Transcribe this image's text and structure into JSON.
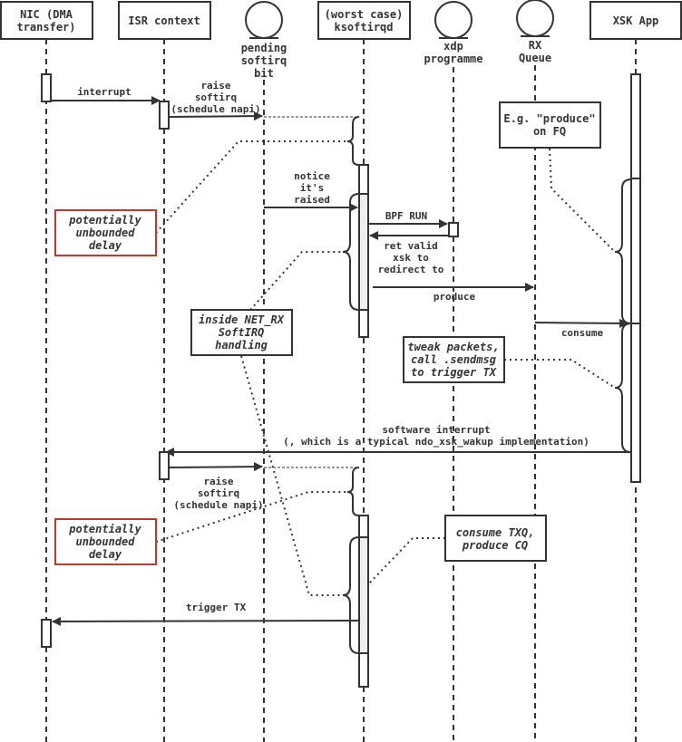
{
  "participants": [
    {
      "id": "nic",
      "lines": [
        "NIC (DMA",
        "transfer)"
      ],
      "shape": "box"
    },
    {
      "id": "isr",
      "lines": [
        "ISR context"
      ],
      "shape": "box"
    },
    {
      "id": "pending",
      "lines": [
        "pending",
        "softirq",
        "bit"
      ],
      "shape": "circle"
    },
    {
      "id": "ksoftirqd",
      "lines": [
        "(worst case)",
        "ksoftirqd"
      ],
      "shape": "box"
    },
    {
      "id": "xdp",
      "lines": [
        "xdp",
        "programme"
      ],
      "shape": "circle"
    },
    {
      "id": "rxq",
      "lines": [
        "RX",
        "Queue"
      ],
      "shape": "circle"
    },
    {
      "id": "xsk",
      "lines": [
        "XSK App"
      ],
      "shape": "box"
    }
  ],
  "messages": {
    "interrupt": [
      "interrupt"
    ],
    "raise1": [
      "raise",
      "softirq",
      "(schedule napi)"
    ],
    "notice": [
      "notice",
      "it's",
      "raised"
    ],
    "bpf_run": [
      "BPF RUN"
    ],
    "ret_valid": [
      "ret valid",
      "xsk to",
      "redirect to"
    ],
    "produce": [
      "produce"
    ],
    "consume": [
      "consume"
    ],
    "sw_interrupt": [
      "software interrupt",
      "(, which is a typical ndo_xsk_wakup implementation)"
    ],
    "raise2": [
      "raise",
      "softirq",
      "(schedule napi)"
    ],
    "trigger_tx": [
      "trigger TX"
    ]
  },
  "notes": {
    "produce_fq": [
      "E.g. \"produce\"",
      "on FQ"
    ],
    "delay1": [
      "potentially",
      "unbounded",
      "delay"
    ],
    "net_rx": [
      "inside NET_RX",
      "SoftIRQ",
      "handling"
    ],
    "tweak": [
      "tweak packets,",
      "call .sendmsg",
      "to trigger TX"
    ],
    "delay2": [
      "potentially",
      "unbounded",
      "delay"
    ],
    "consume_txq": [
      "consume TXQ,",
      "produce CQ"
    ]
  },
  "colors": {
    "ink": "#333333",
    "accent": "#c0392b",
    "activation_fill": "#eeeeee"
  }
}
